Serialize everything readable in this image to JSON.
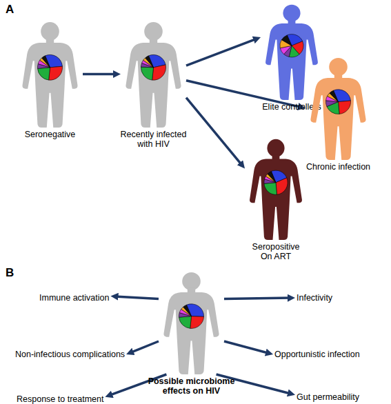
{
  "diagram": {
    "nodes": [
      {
        "text": [
          "Seronegative"
        ]
      },
      {
        "text": [
          "Recently infected with HIV"
        ]
      },
      {
        "text": [
          "Elite controllers"
        ]
      },
      {
        "text": [
          "Chronic infection"
        ]
      },
      {
        "text": [
          "Seropositive On ART"
        ]
      },
      {
        "text": [
          "Immune activation"
        ]
      },
      {
        "text": [
          "Infectivity"
        ]
      },
      {
        "text": [
          "Non-infectious complications"
        ]
      },
      {
        "text": [
          "Possible microbiome effects on HIV"
        ]
      },
      {
        "text": [
          "Opportunistic infection"
        ]
      },
      {
        "text": [
          "Response to treatment"
        ]
      },
      {
        "text": [
          "Gut permeability"
        ]
      }
    ],
    "edges": [
      {
        "from": 0,
        "to": 1,
        "arrow": "to"
      },
      {
        "from": 1,
        "to": 2,
        "arrow": "to"
      },
      {
        "from": 1,
        "to": 3,
        "arrow": "to"
      },
      {
        "from": 1,
        "to": 4,
        "arrow": "to"
      },
      {
        "from": 8,
        "to": 5,
        "arrow": "to"
      },
      {
        "from": 8,
        "to": 6,
        "arrow": "to"
      },
      {
        "from": 8,
        "to": 7,
        "arrow": "to"
      },
      {
        "from": 8,
        "to": 9,
        "arrow": "to"
      },
      {
        "from": 8,
        "to": 10,
        "arrow": "to"
      },
      {
        "from": 8,
        "to": 11,
        "arrow": "to"
      }
    ],
    "labels": [
      "A",
      "B"
    ]
  }
}
